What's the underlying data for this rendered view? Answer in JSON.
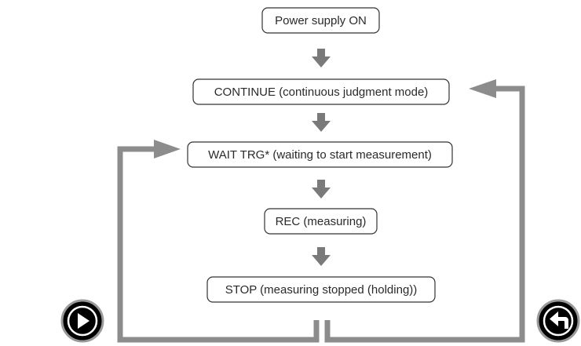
{
  "nodes": {
    "power": "Power supply ON",
    "continue": "CONTINUE (continuous judgment mode)",
    "wait": "WAIT TRG* (waiting to start measurement)",
    "rec": "REC (measuring)",
    "stop": "STOP (measuring stopped (holding))"
  },
  "controls": {
    "play_icon": "play-icon",
    "back_icon": "back-arrow-icon"
  },
  "colors": {
    "arrow": "#7a7a7a",
    "loop": "#8c8c8c",
    "box_border": "#333333",
    "button_ring": "#9a9a9a",
    "button_fill": "#000000"
  }
}
